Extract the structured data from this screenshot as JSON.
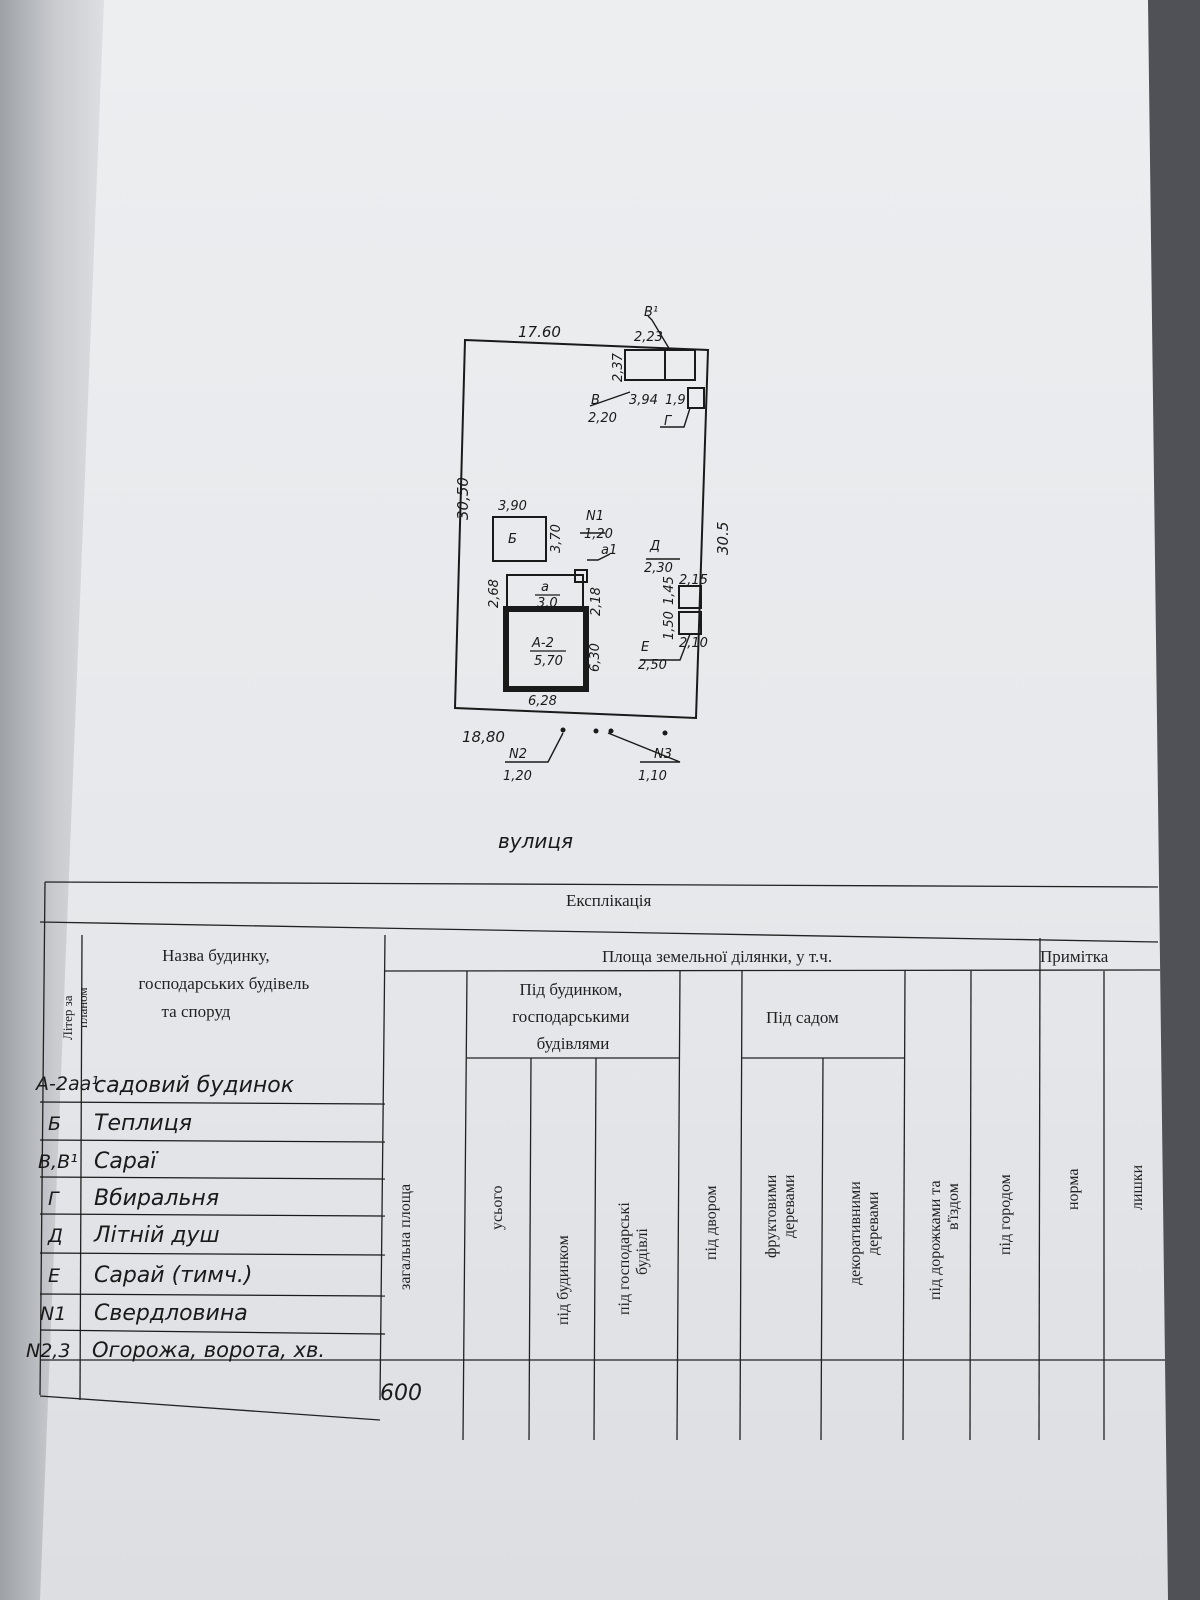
{
  "plan": {
    "top_width": "17.60",
    "bottom_width": "18,80",
    "left_length": "30,50",
    "right_length": "30.5",
    "street": "вулиця",
    "labels": {
      "v1_letter": "В¹",
      "v1_dim": "2,23",
      "v_dim_a": "2,37",
      "v_letter": "В",
      "v_dim": "2,20",
      "v_len": "3,94",
      "v1_len": "1,9",
      "g_letter": "Г",
      "b_dim_w": "3,90",
      "b_letter": "Б",
      "b_dim_h": "3,70",
      "n1_letter": "N1",
      "n1_dim": "1,20",
      "a1_letter": "а1",
      "d_letter": "Д",
      "d_dim": "2,30",
      "d_dim2": "2,15",
      "d_dim3": "1,45",
      "a_dim_h": "2,68",
      "a_letter": "а",
      "a_dim": "3,0",
      "a_dim2": "2,18",
      "main_letter": "А-2",
      "main_dim": "5,70",
      "main_dim_h": "6,30",
      "main_dim_w": "6,28",
      "e_dim_h": "1,50",
      "e_letter": "Е",
      "e_dim": "2,50",
      "e_dim2": "2,10",
      "n2_letter": "N2",
      "n2_dim": "1,20",
      "n3_letter": "N3",
      "n3_dim": "1,10"
    }
  },
  "table": {
    "title": "Експлікація",
    "col_litera": "Літер за планом",
    "col_name": "Назва будинку, господарських будівель та споруд",
    "col_area": "Площа земельної ділянки, у т.ч.",
    "col_note": "Примітка",
    "col_total": "загальна площа",
    "group_buildings": "Під будинком, господарськими будівлями",
    "col_all": "усього",
    "col_house": "під будинком",
    "col_outbuild": "під господарські будівлі",
    "col_yard": "під двором",
    "group_garden": "Під садом",
    "col_fruit": "фруктовими деревами",
    "col_decor": "декоративними деревами",
    "col_paths": "під доріжками та в'їздом",
    "col_vegetable": "під городом",
    "col_norm": "норма",
    "col_extra": "лишки",
    "rows": [
      {
        "litera": "А-2аа¹",
        "name": "садовий будинок"
      },
      {
        "litera": "Б",
        "name": "Теплиця"
      },
      {
        "litera": "В,В¹",
        "name": "Сараї"
      },
      {
        "litera": "Г",
        "name": "Вбиральня"
      },
      {
        "litera": "Д",
        "name": "Літній душ"
      },
      {
        "litera": "Е",
        "name": "Сарай (тимч.)"
      },
      {
        "litera": "N1",
        "name": "Свердловина"
      },
      {
        "litera": "N2,3",
        "name": "Огорожа, ворота, хв."
      }
    ],
    "total_area": "600"
  }
}
